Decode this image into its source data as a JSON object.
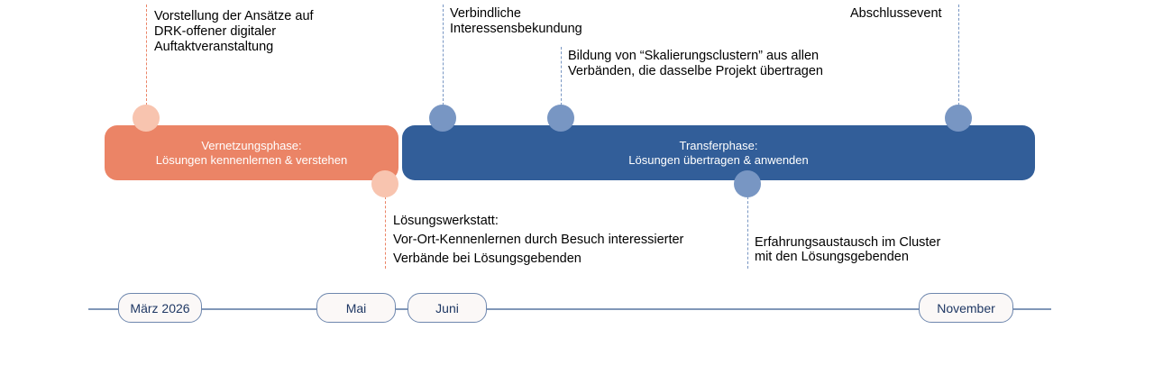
{
  "colors": {
    "orange": "#EB8466",
    "orange_light": "#F8C4AF",
    "blue": "#325E99",
    "blue_light": "#7896C3",
    "timeline": "#8097B8"
  },
  "phases": [
    {
      "title": "Vernetzungsphase:",
      "subtitle": "Lösungen kennenlernen & verstehen"
    },
    {
      "title": "Transferphase:",
      "subtitle": "Lösungen übertragen & anwenden"
    }
  ],
  "events": {
    "auftakt": [
      "Vorstellung der Ansätze auf",
      "DRK-offener digitaler",
      "Auftaktveranstaltung"
    ],
    "interesse": [
      "Verbindliche",
      "Interessensbekundung"
    ],
    "cluster": [
      "Bildung von “Skalierungsclustern” aus allen",
      "Verbänden, die dasselbe Projekt übertragen"
    ],
    "abschluss": [
      "Abschlussevent"
    ],
    "werkstatt": [
      "Lösungswerkstatt:",
      "Vor-Ort-Kennenlernen durch Besuch interessierter",
      "Verbände bei Lösungsgebenden"
    ],
    "austausch": [
      "Erfahrungsaustausch im Cluster",
      "mit den Lösungsgebenden"
    ]
  },
  "timeline": [
    "März 2026",
    "Mai",
    "Juni",
    "November"
  ]
}
